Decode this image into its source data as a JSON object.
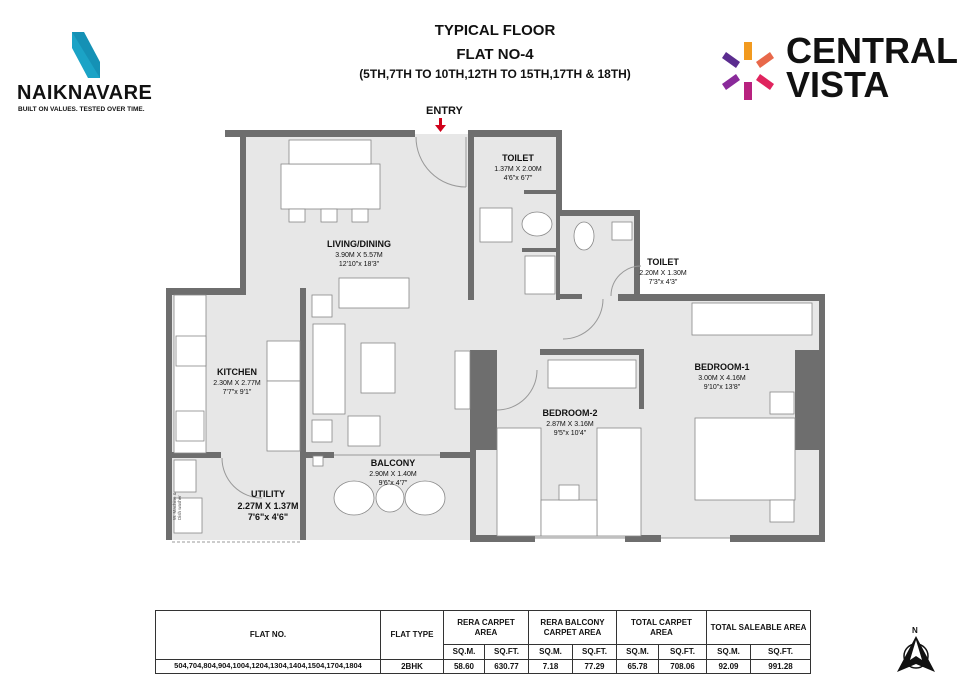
{
  "header": {
    "title_line1": "TYPICAL FLOOR",
    "title_line2": "FLAT NO-4",
    "title_line3": "(5TH,7TH TO 10TH,12TH TO 15TH,17TH & 18TH)"
  },
  "logos": {
    "developer_name": "NAIKNAVARE",
    "developer_tagline": "BUILT ON VALUES. TESTED OVER TIME.",
    "project_line1": "CENTRAL",
    "project_line2": "VISTA"
  },
  "plan": {
    "entry_label": "ENTRY",
    "rooms": [
      {
        "name": "LIVING/DINING",
        "metric": "3.90M X 5.57M",
        "imperial": "12'10\"x 18'3\""
      },
      {
        "name": "TOILET",
        "metric": "1.37M X 2.00M",
        "imperial": "4'6\"x 6'7\""
      },
      {
        "name": "TOILET",
        "metric": "2.20M X 1.30M",
        "imperial": "7'3\"x 4'3\""
      },
      {
        "name": "KITCHEN",
        "metric": "2.30M X 2.77M",
        "imperial": "7'7\"x 9'1\""
      },
      {
        "name": "BEDROOM-1",
        "metric": "3.00M X 4.16M",
        "imperial": "9'10\"x 13'8\""
      },
      {
        "name": "BEDROOM-2",
        "metric": "2.87M X 3.16M",
        "imperial": "9'5\"x 10'4\""
      },
      {
        "name": "BALCONY",
        "metric": "2.90M X 1.40M",
        "imperial": "9'6\"x 4'7\""
      },
      {
        "name": "UTILITY",
        "metric": "2.27M X 1.37M",
        "imperial": "7'6\"x 4'6\""
      }
    ],
    "utility_note": "W. Machine & Dish washer"
  },
  "area_table": {
    "headers": {
      "flat_no": "FLAT NO.",
      "flat_type": "FLAT TYPE",
      "groups": [
        "RERA CARPET AREA",
        "RERA BALCONY CARPET AREA",
        "TOTAL CARPET AREA",
        "TOTAL SALEABLE AREA"
      ],
      "units": [
        "SQ.M.",
        "SQ.FT."
      ]
    },
    "row": {
      "flat_no": "504,704,804,904,1004,1204,1304,1404,1504,1704,1804",
      "flat_type": "2BHK",
      "values": [
        "58.60",
        "630.77",
        "7.18",
        "77.29",
        "65.78",
        "708.06",
        "92.09",
        "991.28"
      ]
    }
  },
  "compass": {
    "label": "N"
  },
  "colors": {
    "wall": "#6e6e6e",
    "floor": "#e7e7e7",
    "entry_arrow": "#d0021b",
    "naiknavare_blue": "#1ba3c6"
  }
}
